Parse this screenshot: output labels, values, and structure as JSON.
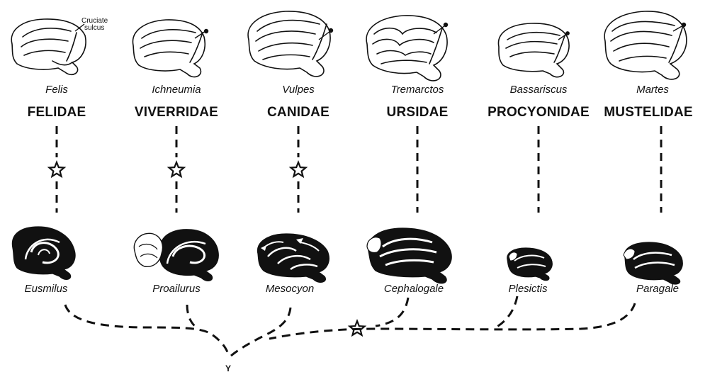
{
  "annotation": {
    "line1": "Cruciate",
    "line2": "sulcus"
  },
  "columns": [
    {
      "genus": "Felis",
      "family": "FELIDAE",
      "fossil": "Eusmilus",
      "star": true
    },
    {
      "genus": "Ichneumia",
      "family": "VIVERRIDAE",
      "fossil": "Proailurus",
      "star": true
    },
    {
      "genus": "Vulpes",
      "family": "CANIDAE",
      "fossil": "Mesocyon",
      "star": true
    },
    {
      "genus": "Tremarctos",
      "family": "URSIDAE",
      "fossil": "Cephalogale",
      "star": false
    },
    {
      "genus": "Bassariscus",
      "family": "PROCYONIDAE",
      "fossil": "Plesictis",
      "star": false
    },
    {
      "genus": "Martes",
      "family": "MUSTELIDAE",
      "fossil": "Paragale",
      "star": false
    }
  ],
  "root_label": "Y"
}
